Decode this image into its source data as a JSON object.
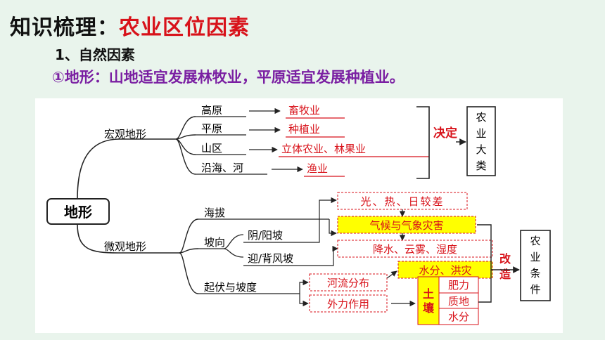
{
  "heading": {
    "prefix": "知识梳理：",
    "topic": "农业区位因素"
  },
  "subheading": "1、自然因素",
  "point": "①地形：山地适宜发展林牧业，平原适宜发展种植业。",
  "diagram": {
    "root": "地形",
    "macro": {
      "label": "宏观地形",
      "rows": [
        {
          "terrain": "高原",
          "result": "畜牧业"
        },
        {
          "terrain": "平原",
          "result": "种植业"
        },
        {
          "terrain": "山区",
          "result": "立体农业、林果业"
        },
        {
          "terrain": "沿海、河",
          "result": "渔业"
        }
      ],
      "decide": "决定",
      "target": [
        "农",
        "业",
        "大",
        "类"
      ]
    },
    "micro": {
      "label": "微观地形",
      "altitude": "海拔",
      "aspect": "坡向",
      "sunny_slope": "阴/阳坡",
      "wind_slope": "迎/背风坡",
      "relief": "起伏与坡度",
      "light_heat": "光、热、日较差",
      "climate": "气候与气象灾害",
      "precip": "降水、云雾、湿度",
      "water_flood": "水分、洪灾",
      "river": "河流分布",
      "external_force": "外力作用",
      "soil": [
        "土",
        "壤"
      ],
      "soil_items": [
        "肥力",
        "质地",
        "水分"
      ],
      "improve": [
        "改",
        "造"
      ],
      "conditions": [
        "农",
        "业",
        "条",
        "件"
      ]
    }
  },
  "colors": {
    "red": "#d8121a",
    "purple": "#7a1fa2",
    "highlight": "#ffff00"
  }
}
